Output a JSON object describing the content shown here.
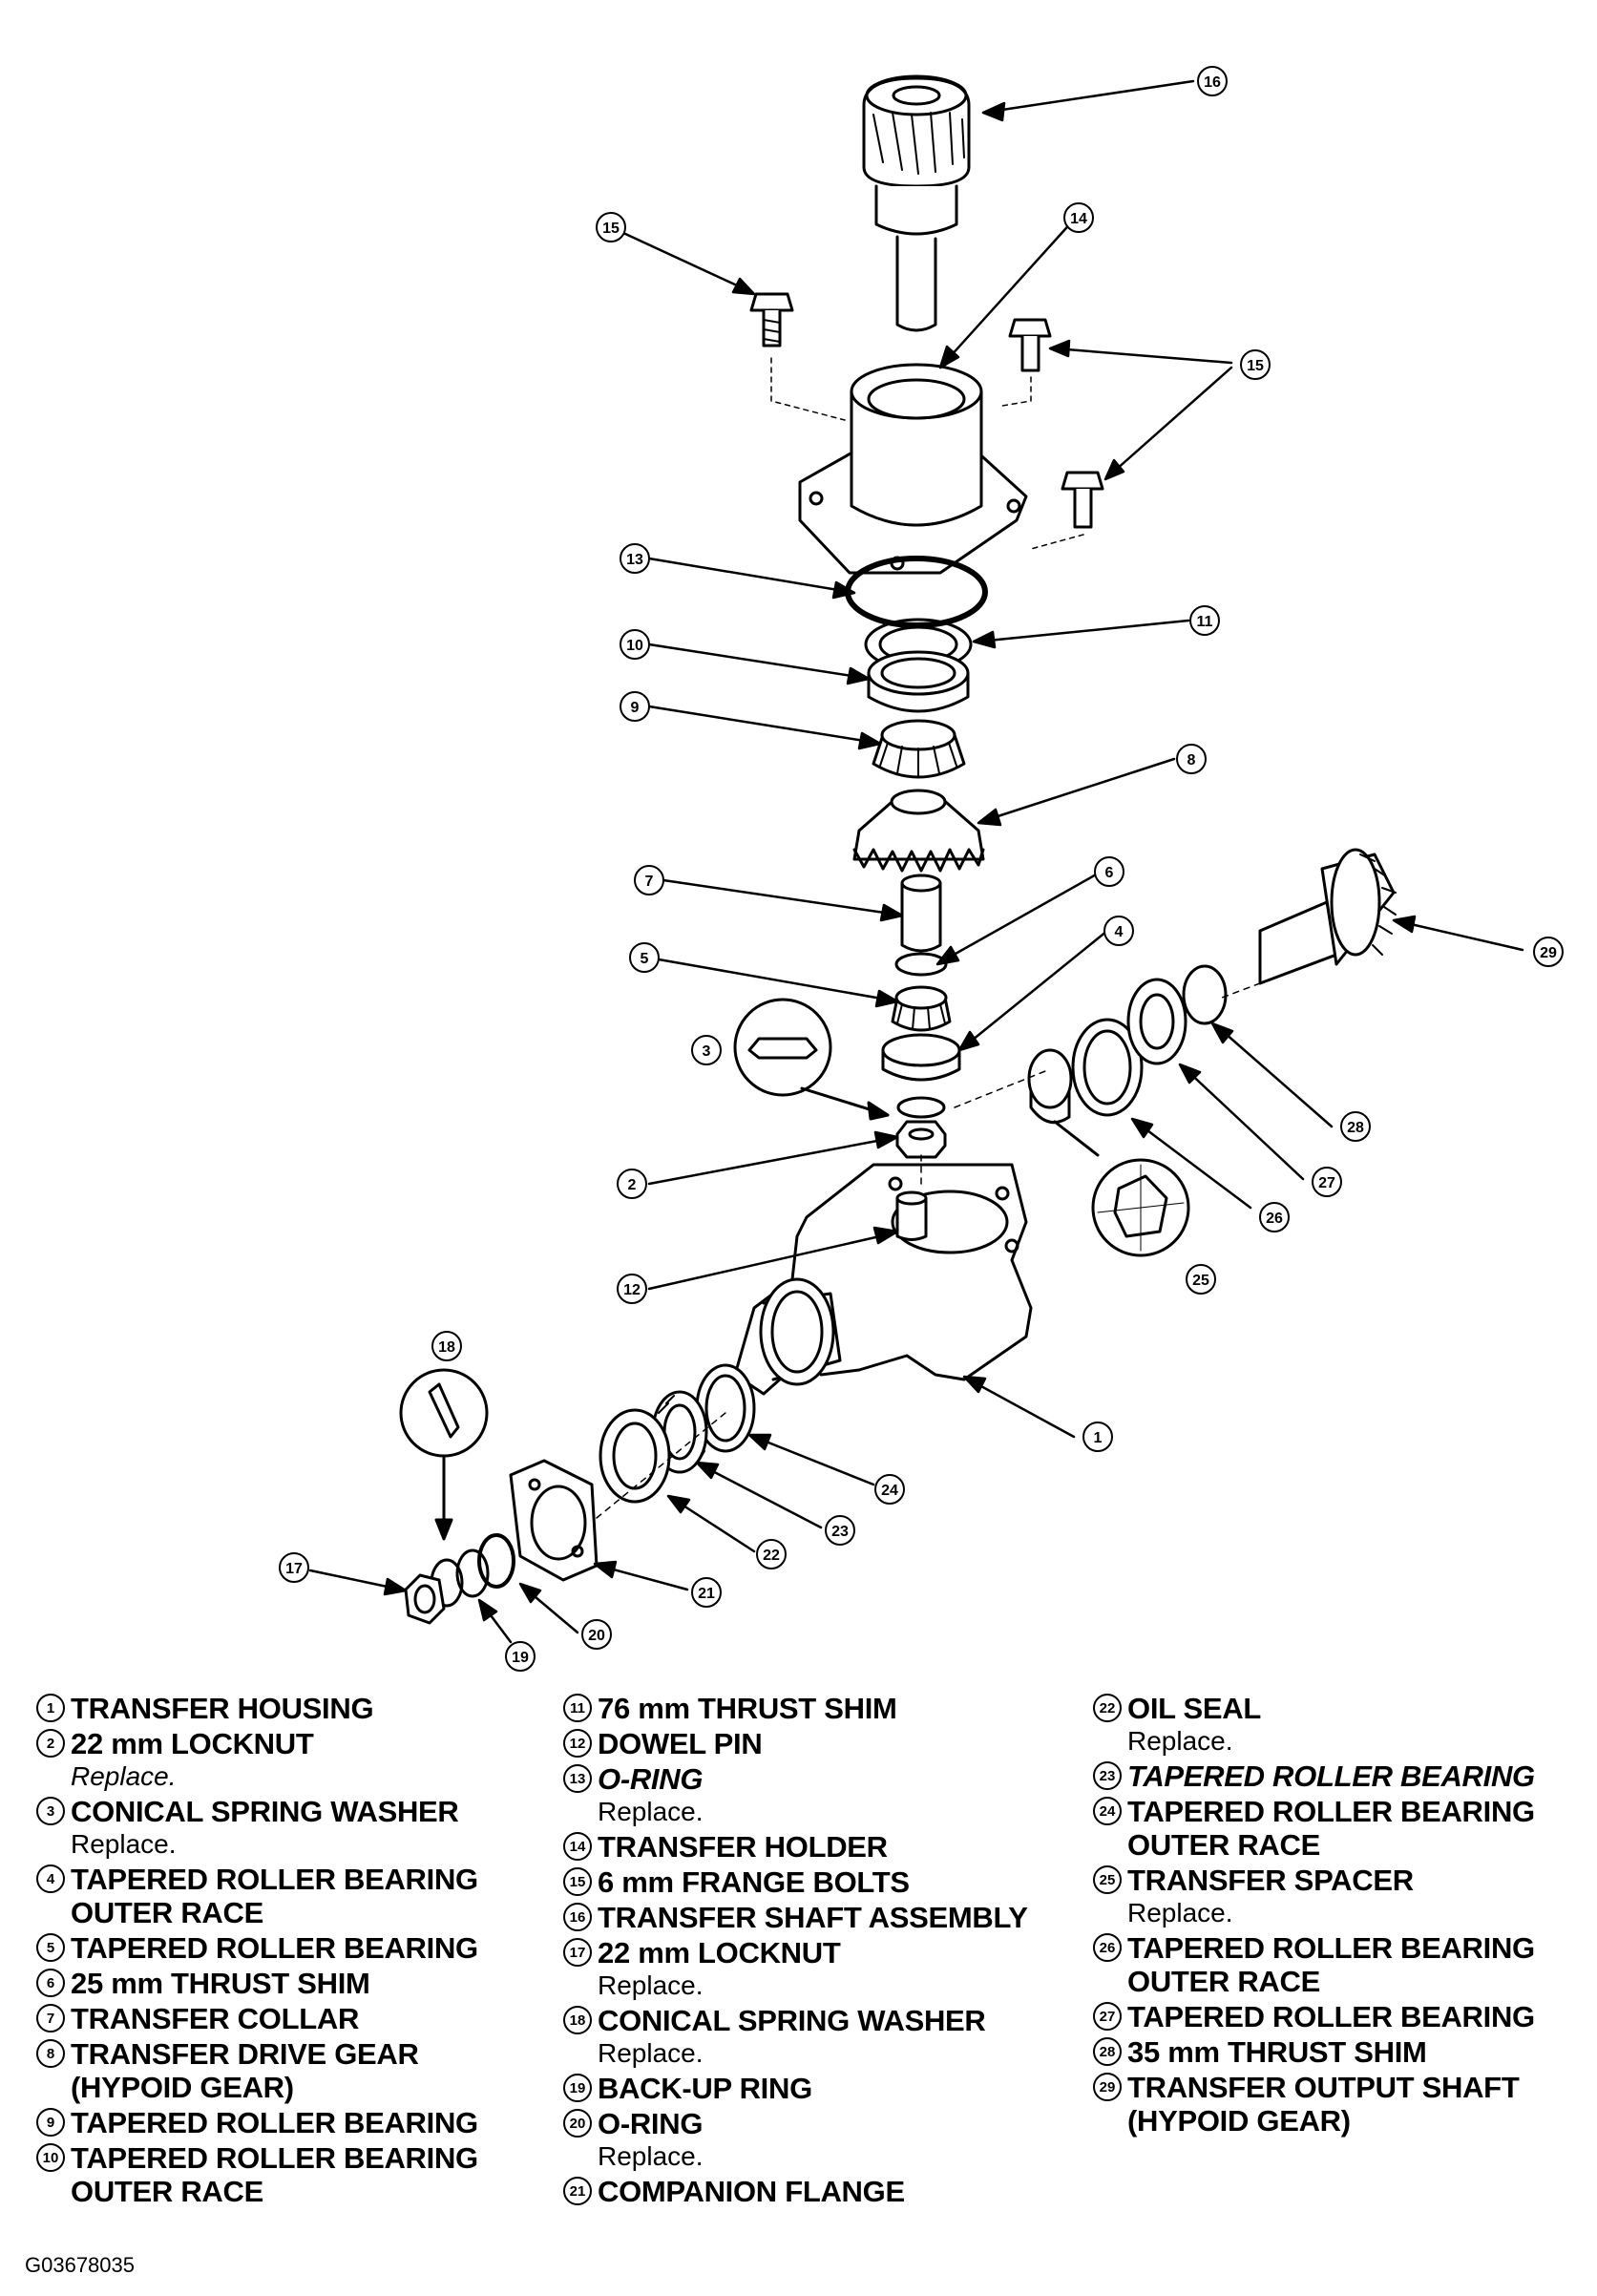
{
  "diagram": {
    "callouts": [
      "1",
      "2",
      "3",
      "4",
      "5",
      "6",
      "7",
      "8",
      "9",
      "10",
      "11",
      "12",
      "13",
      "14",
      "15",
      "16",
      "17",
      "18",
      "19",
      "20",
      "21",
      "22",
      "23",
      "24",
      "25",
      "26",
      "27",
      "28",
      "29"
    ]
  },
  "legend": [
    [
      {
        "num": "1",
        "title": "TRANSFER HOUSING"
      },
      {
        "num": "2",
        "title": "22 mm LOCKNUT",
        "note": "Replace.",
        "note_italic": true
      },
      {
        "num": "3",
        "title": "CONICAL SPRING WASHER",
        "note": "Replace."
      },
      {
        "num": "4",
        "title": "TAPERED ROLLER BEARING",
        "title2": "OUTER RACE"
      },
      {
        "num": "5",
        "title": "TAPERED ROLLER BEARING"
      },
      {
        "num": "6",
        "title": "25 mm THRUST SHIM"
      },
      {
        "num": "7",
        "title": "TRANSFER COLLAR"
      },
      {
        "num": "8",
        "title": "TRANSFER DRIVE GEAR",
        "title2": "(HYPOID GEAR)"
      },
      {
        "num": "9",
        "title": "TAPERED ROLLER BEARING"
      },
      {
        "num": "10",
        "title": "TAPERED ROLLER BEARING",
        "title2": "OUTER RACE"
      }
    ],
    [
      {
        "num": "11",
        "title": "76 mm THRUST SHIM"
      },
      {
        "num": "12",
        "title": "DOWEL PIN"
      },
      {
        "num": "13",
        "title": "O-RING",
        "title_italic": true,
        "note": "Replace."
      },
      {
        "num": "14",
        "title": "TRANSFER HOLDER"
      },
      {
        "num": "15",
        "title": "6 mm FRANGE BOLTS"
      },
      {
        "num": "16",
        "title": "TRANSFER SHAFT ASSEMBLY"
      },
      {
        "num": "17",
        "title": "22 mm LOCKNUT",
        "note": "Replace."
      },
      {
        "num": "18",
        "title": "CONICAL SPRING WASHER",
        "note": "Replace."
      },
      {
        "num": "19",
        "title": "BACK-UP RING"
      },
      {
        "num": "20",
        "title": "O-RING",
        "note": "Replace."
      },
      {
        "num": "21",
        "title": "COMPANION FLANGE"
      }
    ],
    [
      {
        "num": "22",
        "title": "OIL SEAL",
        "note": "Replace."
      },
      {
        "num": "23",
        "title": "TAPERED ROLLER BEARING",
        "title_italic": true
      },
      {
        "num": "24",
        "title": "TAPERED ROLLER BEARING",
        "title2": "OUTER RACE"
      },
      {
        "num": "25",
        "title": "TRANSFER SPACER",
        "note": "Replace."
      },
      {
        "num": "26",
        "title": "TAPERED ROLLER BEARING",
        "title2": "OUTER RACE"
      },
      {
        "num": "27",
        "title": "TAPERED ROLLER BEARING"
      },
      {
        "num": "28",
        "title": "35 mm THRUST SHIM"
      },
      {
        "num": "29",
        "title": "TRANSFER OUTPUT SHAFT",
        "title2": "(HYPOID GEAR)"
      }
    ]
  ],
  "figure_id": "G03678035"
}
